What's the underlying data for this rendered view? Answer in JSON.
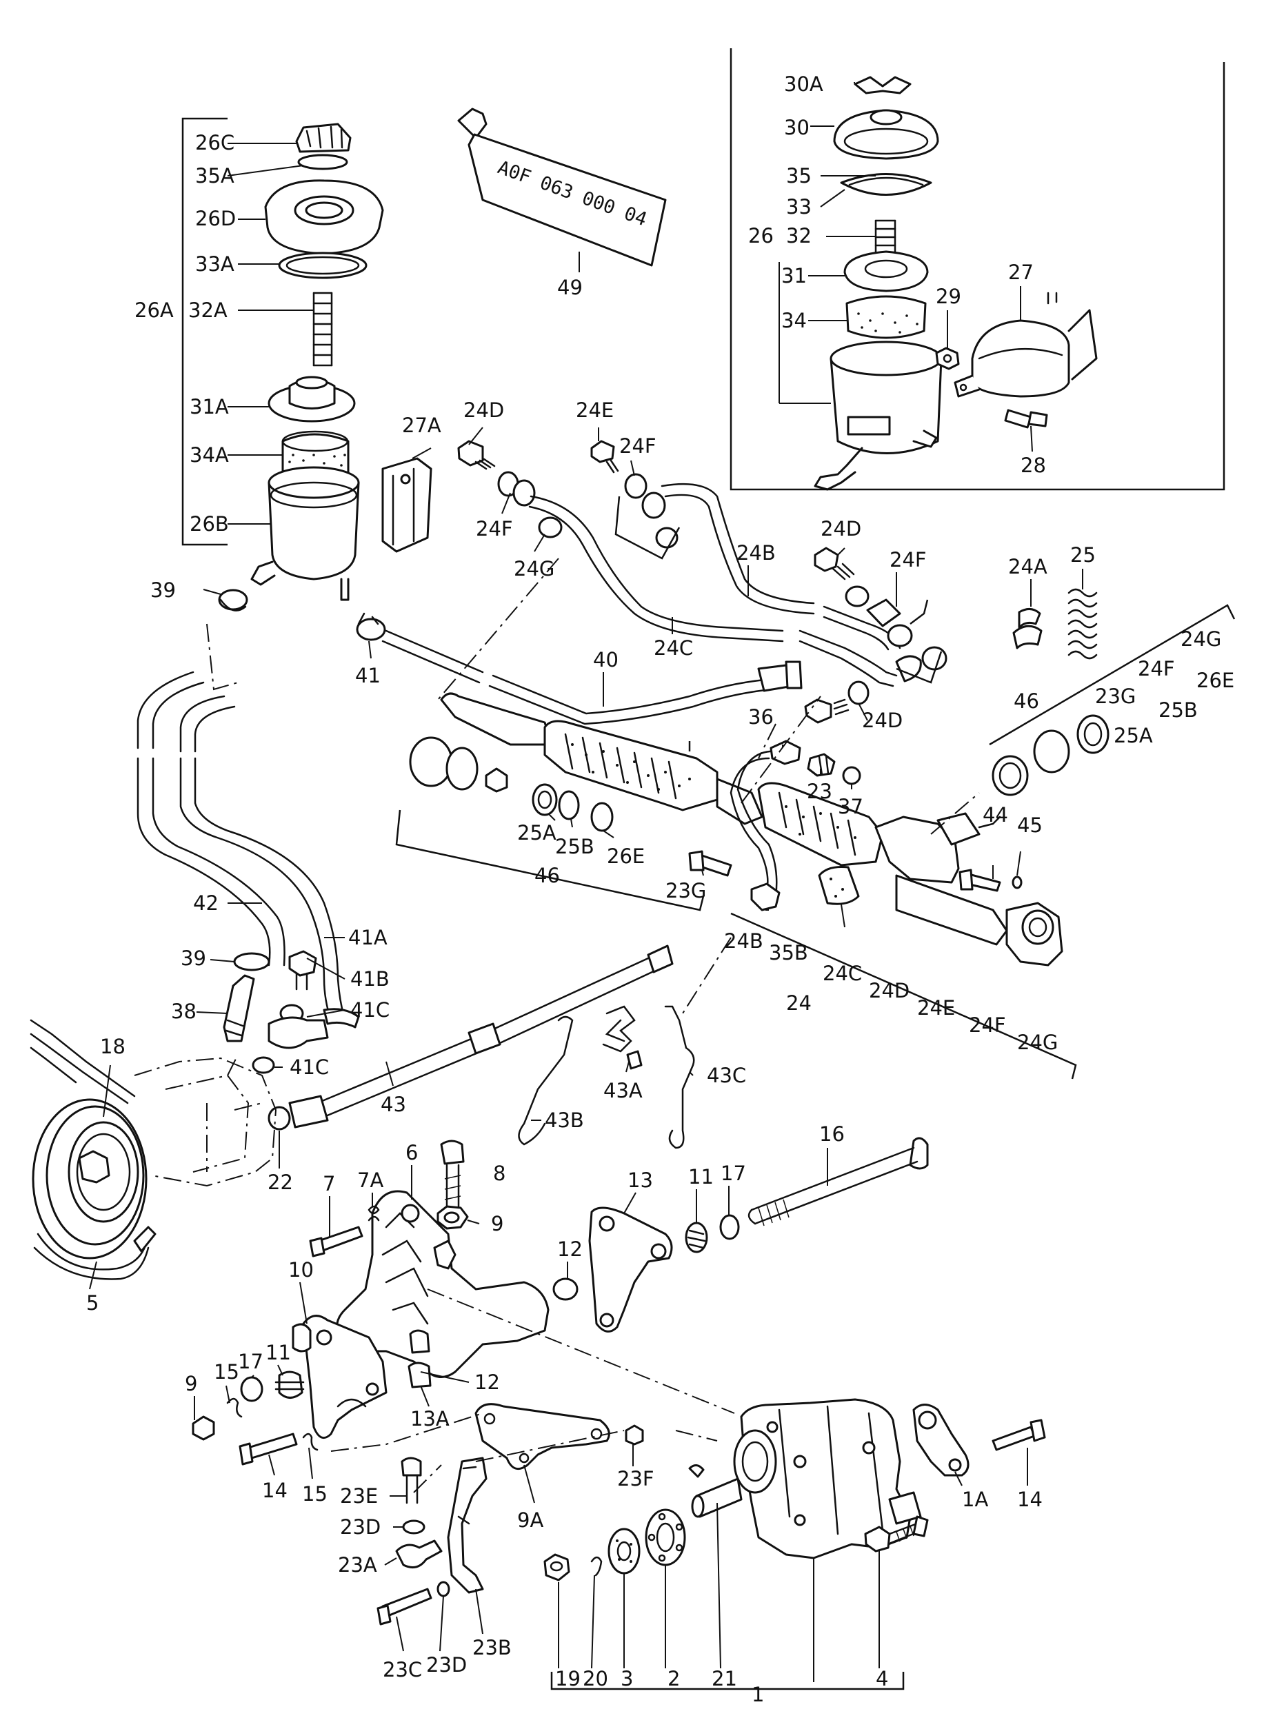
{
  "colors": {
    "ink": "#111111",
    "paper": "#ffffff"
  },
  "tube_text": "A0F 063 000 04",
  "callouts": [
    {
      "id": "26C",
      "text": "26C"
    },
    {
      "id": "35A",
      "text": "35A"
    },
    {
      "id": "26D",
      "text": "26D"
    },
    {
      "id": "33A",
      "text": "33A"
    },
    {
      "id": "26A",
      "text": "26A"
    },
    {
      "id": "32A",
      "text": "32A"
    },
    {
      "id": "31A",
      "text": "31A"
    },
    {
      "id": "34A",
      "text": "34A"
    },
    {
      "id": "26B",
      "text": "26B"
    },
    {
      "id": "27A",
      "text": "27A"
    },
    {
      "id": "39a",
      "text": "39"
    },
    {
      "id": "41a",
      "text": "41"
    },
    {
      "id": "49",
      "text": "49"
    },
    {
      "id": "30A",
      "text": "30A"
    },
    {
      "id": "30",
      "text": "30"
    },
    {
      "id": "35",
      "text": "35"
    },
    {
      "id": "33",
      "text": "33"
    },
    {
      "id": "26",
      "text": "26"
    },
    {
      "id": "32",
      "text": "32"
    },
    {
      "id": "31",
      "text": "31"
    },
    {
      "id": "34",
      "text": "34"
    },
    {
      "id": "29",
      "text": "29"
    },
    {
      "id": "27",
      "text": "27"
    },
    {
      "id": "28",
      "text": "28"
    },
    {
      "id": "24D_top",
      "text": "24D"
    },
    {
      "id": "24F_l",
      "text": "24F"
    },
    {
      "id": "24G_l",
      "text": "24G"
    },
    {
      "id": "24E_top",
      "text": "24E"
    },
    {
      "id": "24F_m",
      "text": "24F"
    },
    {
      "id": "24B_top",
      "text": "24B"
    },
    {
      "id": "24C_mid",
      "text": "24C"
    },
    {
      "id": "24D_r",
      "text": "24D"
    },
    {
      "id": "24F_r",
      "text": "24F"
    },
    {
      "id": "24D_low",
      "text": "24D"
    },
    {
      "id": "40",
      "text": "40"
    },
    {
      "id": "24A",
      "text": "24A"
    },
    {
      "id": "25",
      "text": "25"
    },
    {
      "id": "24G_r",
      "text": "24G"
    },
    {
      "id": "24F_r2",
      "text": "24F"
    },
    {
      "id": "26E_r",
      "text": "26E"
    },
    {
      "id": "46_r",
      "text": "46"
    },
    {
      "id": "23G_r",
      "text": "23G"
    },
    {
      "id": "25B_r",
      "text": "25B"
    },
    {
      "id": "25A_r",
      "text": "25A"
    },
    {
      "id": "36",
      "text": "36"
    },
    {
      "id": "23",
      "text": "23"
    },
    {
      "id": "37",
      "text": "37"
    },
    {
      "id": "25A_l",
      "text": "25A"
    },
    {
      "id": "25B_l",
      "text": "25B"
    },
    {
      "id": "26E_l",
      "text": "26E"
    },
    {
      "id": "46_l",
      "text": "46"
    },
    {
      "id": "23G_l",
      "text": "23G"
    },
    {
      "id": "44",
      "text": "44"
    },
    {
      "id": "45",
      "text": "45"
    },
    {
      "id": "24B_low",
      "text": "24B"
    },
    {
      "id": "35B",
      "text": "35B"
    },
    {
      "id": "24C_low",
      "text": "24C"
    },
    {
      "id": "24D_low2",
      "text": "24D"
    },
    {
      "id": "24E_low",
      "text": "24E"
    },
    {
      "id": "24F_low",
      "text": "24F"
    },
    {
      "id": "24G_low",
      "text": "24G"
    },
    {
      "id": "24",
      "text": "24"
    },
    {
      "id": "42",
      "text": "42"
    },
    {
      "id": "41A",
      "text": "41A"
    },
    {
      "id": "39b",
      "text": "39"
    },
    {
      "id": "41B",
      "text": "41B"
    },
    {
      "id": "38",
      "text": "38"
    },
    {
      "id": "41C_a",
      "text": "41C"
    },
    {
      "id": "41C_b",
      "text": "41C"
    },
    {
      "id": "18",
      "text": "18"
    },
    {
      "id": "43",
      "text": "43"
    },
    {
      "id": "43A",
      "text": "43A"
    },
    {
      "id": "43B",
      "text": "43B"
    },
    {
      "id": "43C",
      "text": "43C"
    },
    {
      "id": "22",
      "text": "22"
    },
    {
      "id": "5",
      "text": "5"
    },
    {
      "id": "16",
      "text": "16"
    },
    {
      "id": "8",
      "text": "8"
    },
    {
      "id": "7A",
      "text": "7A"
    },
    {
      "id": "6",
      "text": "6"
    },
    {
      "id": "7",
      "text": "7"
    },
    {
      "id": "9a",
      "text": "9"
    },
    {
      "id": "13",
      "text": "13"
    },
    {
      "id": "11a",
      "text": "11"
    },
    {
      "id": "17a",
      "text": "17"
    },
    {
      "id": "12a",
      "text": "12"
    },
    {
      "id": "10",
      "text": "10"
    },
    {
      "id": "12b",
      "text": "12"
    },
    {
      "id": "13A",
      "text": "13A"
    },
    {
      "id": "9b",
      "text": "9"
    },
    {
      "id": "15a",
      "text": "15"
    },
    {
      "id": "17b",
      "text": "17"
    },
    {
      "id": "11b",
      "text": "11"
    },
    {
      "id": "14a",
      "text": "14"
    },
    {
      "id": "15b",
      "text": "15"
    },
    {
      "id": "23E",
      "text": "23E"
    },
    {
      "id": "23D_a",
      "text": "23D"
    },
    {
      "id": "23A",
      "text": "23A"
    },
    {
      "id": "23F",
      "text": "23F"
    },
    {
      "id": "9A",
      "text": "9A"
    },
    {
      "id": "23C",
      "text": "23C"
    },
    {
      "id": "23D_b",
      "text": "23D"
    },
    {
      "id": "23B",
      "text": "23B"
    },
    {
      "id": "19",
      "text": "19"
    },
    {
      "id": "20",
      "text": "20"
    },
    {
      "id": "3",
      "text": "3"
    },
    {
      "id": "2",
      "text": "2"
    },
    {
      "id": "21",
      "text": "21"
    },
    {
      "id": "4",
      "text": "4"
    },
    {
      "id": "1",
      "text": "1"
    },
    {
      "id": "1A",
      "text": "1A"
    },
    {
      "id": "14b",
      "text": "14"
    }
  ]
}
